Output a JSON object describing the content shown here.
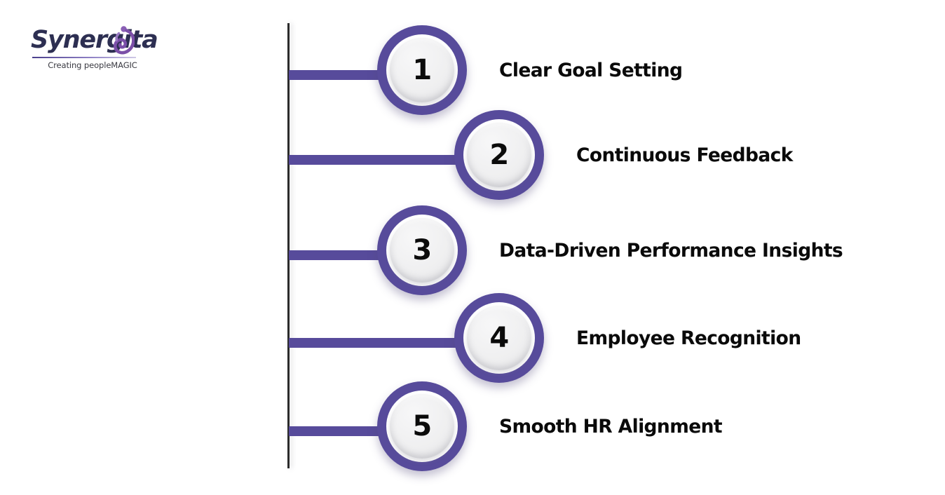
{
  "logo": {
    "wordmark": "Synergita",
    "tagline": "Creating peopleMAGIC",
    "swirl_icon": "spiral-droplet-icon",
    "wordmark_color": "#2d2f52",
    "swirl_color": "#7b4fa8"
  },
  "theme": {
    "accent_purple": "#574b9b",
    "axis_color": "#2b2b2b",
    "node_inner": "#efeff0",
    "text_color": "#0a0a0a",
    "background": "#ffffff"
  },
  "timeline": {
    "steps": [
      {
        "number": "1",
        "label": "Clear Goal Setting",
        "side": "near"
      },
      {
        "number": "2",
        "label": "Continuous Feedback",
        "side": "far"
      },
      {
        "number": "3",
        "label": "Data-Driven Performance Insights",
        "side": "near"
      },
      {
        "number": "4",
        "label": "Employee Recognition",
        "side": "far"
      },
      {
        "number": "5",
        "label": "Smooth HR Alignment",
        "side": "near"
      }
    ]
  }
}
